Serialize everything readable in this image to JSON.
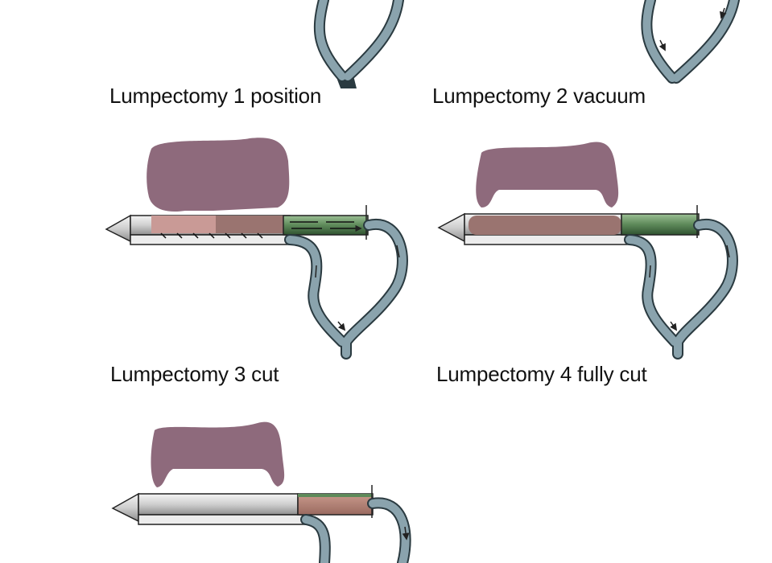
{
  "colors": {
    "background": "#ffffff",
    "tube_fill": "#8aa3ad",
    "tube_outline": "#2a3a40",
    "tissue": "#8e6a7c",
    "cut_sample": "#b08076",
    "chamber_green": "#5e8a5a",
    "needle_silver": "#d8d8d8",
    "outline": "#222222"
  },
  "panels": [
    {
      "label": "Lumpectomy 1 position"
    },
    {
      "label": "Lumpectomy 2 vacuum"
    },
    {
      "label": "Lumpectomy 3 cut"
    },
    {
      "label": "Lumpectomy 4 fully cut"
    },
    {
      "label": ""
    }
  ]
}
